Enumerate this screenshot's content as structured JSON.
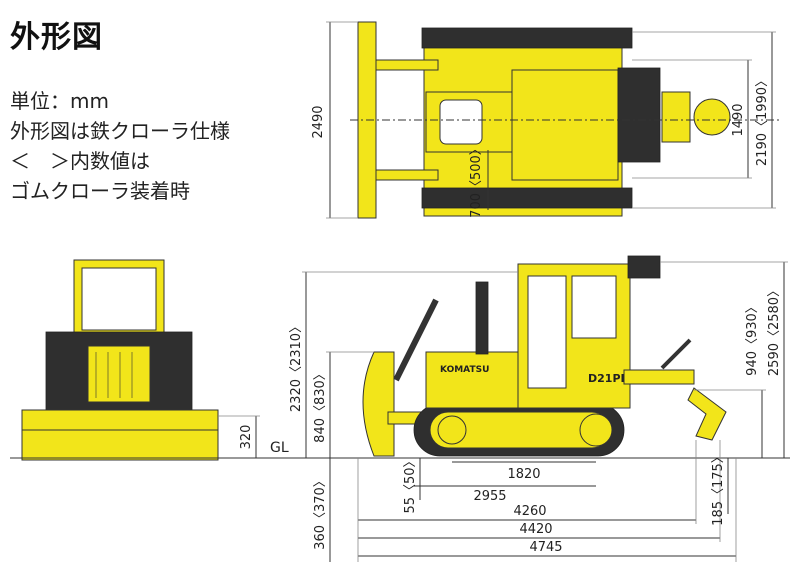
{
  "title": "外形図",
  "notes": [
    "単位：mm",
    "外形図は鉄クローラ仕様",
    "＜　＞内数値は",
    "ゴムクローラ装着時"
  ],
  "colors": {
    "body": "#f2e51a",
    "line": "#333333",
    "dark": "#2f2f2f"
  },
  "top_view": {
    "overall_width": "2490",
    "track_width": "1490",
    "ripper_width": "2190〈1990〉",
    "rear_offset": "700〈500〉"
  },
  "front_view": {
    "blade_height": "320",
    "ground_label": "GL"
  },
  "side_view": {
    "logo_text": "KOMATSU",
    "model_badge": "D21PL",
    "overall_height": "2320〈2310〉",
    "blade_lift": "840〈830〉",
    "blade_dig": "360〈370〉",
    "blade_tip": "55〈50〉",
    "track_contact": "1820",
    "track_length": "2955",
    "length_blade": "4260",
    "length_ripper": "4420",
    "overall_length": "4745",
    "ripper_dig": "185〈175〉",
    "ripper_height": "940〈930〉",
    "cab_height": "2590〈2580〉"
  }
}
